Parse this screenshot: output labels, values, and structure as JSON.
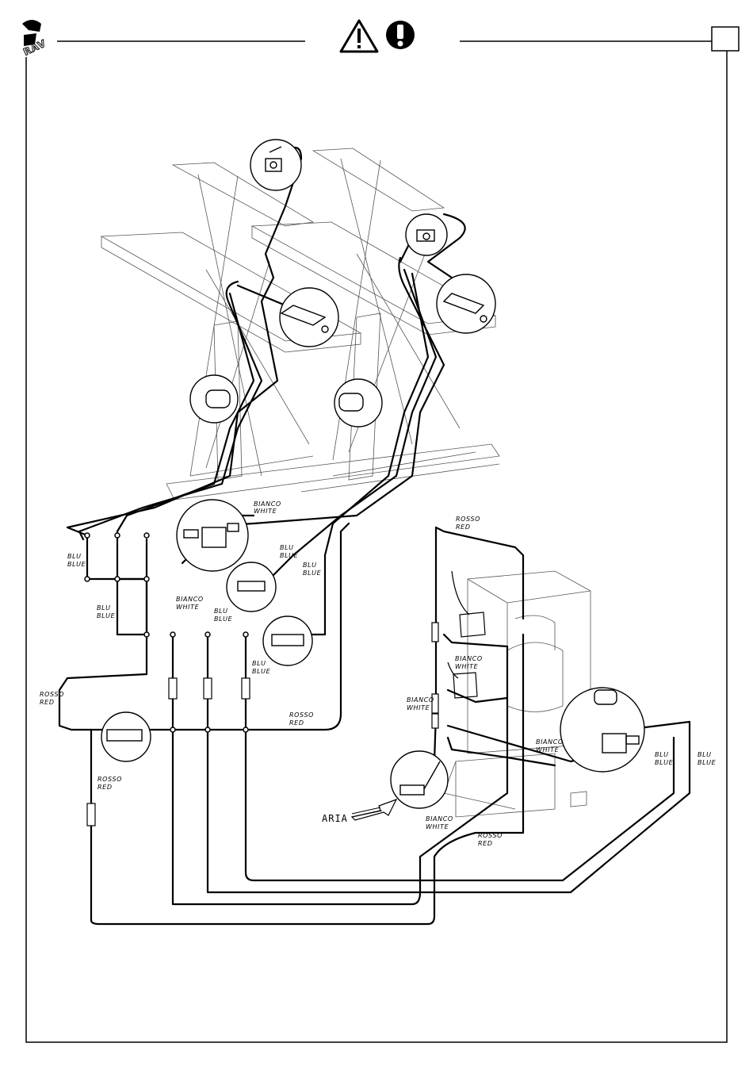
{
  "header": {
    "logo_text": "RAV",
    "page_box": ""
  },
  "labels": {
    "bianco_white_top": [
      "BIANCO",
      "WHITE"
    ],
    "blu_blue_left1": [
      "BLU",
      "BLUE"
    ],
    "blu_blue_mid1": [
      "BLU",
      "BLUE"
    ],
    "blu_blue_mid2": [
      "BLU",
      "BLUE"
    ],
    "bianco_white_mid": [
      "BIANCO",
      "WHITE"
    ],
    "blu_blue_left2": [
      "BLU",
      "BLUE"
    ],
    "blu_blue_mid3": [
      "BLU",
      "BLUE"
    ],
    "blu_blue_mid4": [
      "BLU",
      "BLUE"
    ],
    "rosso_red_left": [
      "ROSSO",
      "RED"
    ],
    "rosso_red_bottom": [
      "ROSSO",
      "RED"
    ],
    "rosso_red_low": [
      "ROSSO",
      "RED"
    ],
    "rosso_red_top_right": [
      "ROSSO",
      "RED"
    ],
    "bianco_white_pump1": [
      "BIANCO",
      "WHITE"
    ],
    "bianco_white_pump2": [
      "BIANCO",
      "WHITE"
    ],
    "bianco_white_valve": [
      "BIANCO",
      "WHITE"
    ],
    "blu_blue_right1": [
      "BLU",
      "BLUE"
    ],
    "blu_blue_right2": [
      "BLU",
      "BLUE"
    ],
    "bianco_white_air": [
      "BIANCO",
      "WHITE"
    ],
    "rosso_red_pump": [
      "ROSSO",
      "RED"
    ],
    "aria": "ARIA"
  }
}
